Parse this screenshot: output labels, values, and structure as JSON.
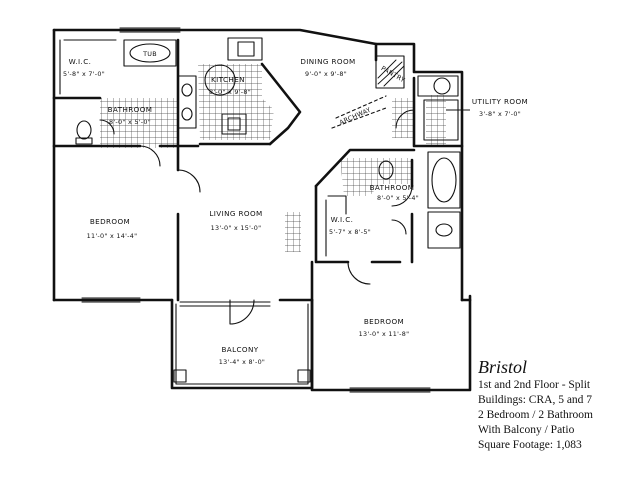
{
  "plan": {
    "rooms": [
      {
        "id": "wic1",
        "name": "W.I.C.",
        "size": "5'-8\" x 7'-0\""
      },
      {
        "id": "bath1",
        "name": "BATHROOM",
        "size": "8'-0\" x 5'-0\""
      },
      {
        "id": "kitchen",
        "name": "KITCHEN",
        "size": "8'-0\" x 9'-8\""
      },
      {
        "id": "dining",
        "name": "DINING ROOM",
        "size": "9'-0\" x 9'-8\""
      },
      {
        "id": "utility",
        "name": "UTILITY ROOM",
        "size": "3'-8\" x 7'-0\""
      },
      {
        "id": "bedroom1",
        "name": "BEDROOM",
        "size": "11'-0\" x 14'-4\""
      },
      {
        "id": "living",
        "name": "LIVING ROOM",
        "size": "13'-0\" x 15'-0\""
      },
      {
        "id": "wic2",
        "name": "W.I.C.",
        "size": "5'-7\" x 8'-5\""
      },
      {
        "id": "bath2",
        "name": "BATHROOM",
        "size": "8'-0\" x 5'-4\""
      },
      {
        "id": "bedroom2",
        "name": "BEDROOM",
        "size": "13'-0\" x 11'-8\""
      },
      {
        "id": "balcony",
        "name": "BALCONY",
        "size": "13'-4\" x 8'-0\""
      }
    ],
    "fixture_labels": {
      "tub": "TUB",
      "pantry": "PANTRY",
      "archway": "ARCHWAY"
    }
  },
  "info": {
    "title": "Bristol",
    "line1": "1st and 2nd Floor - Split",
    "line2": "Buildings: CRA, 5 and 7",
    "line3": "2 Bedroom / 2 Bathroom",
    "line4": "With Balcony / Patio",
    "line5": "Square Footage: 1,083"
  }
}
